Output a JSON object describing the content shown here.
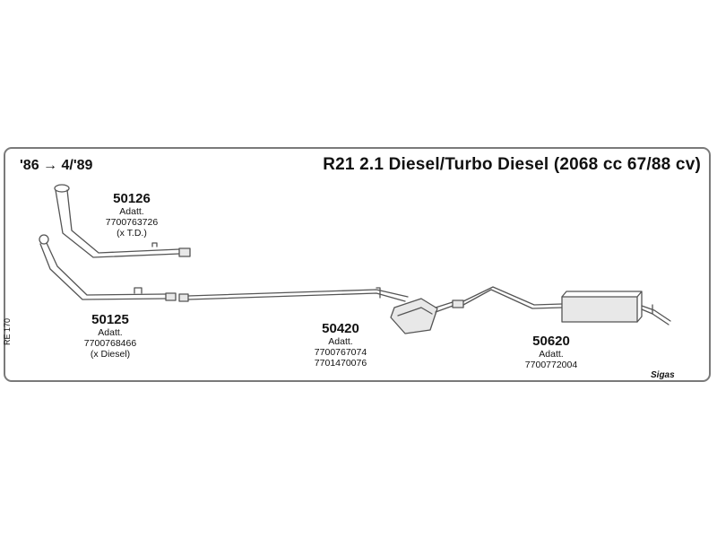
{
  "header": {
    "years": "'86 → 4/'89",
    "title": "R21 2.1 Diesel/Turbo Diesel (2068 cc 67/88 cv)"
  },
  "side_ref": "RE 170",
  "logo": "Sigas",
  "parts": [
    {
      "number": "50126",
      "lines": [
        "Adatt.",
        "7700763726",
        "(x T.D.)"
      ]
    },
    {
      "number": "50125",
      "lines": [
        "Adatt.",
        "7700768466",
        "(x Diesel)"
      ]
    },
    {
      "number": "50420",
      "lines": [
        "Adatt.",
        "7700767074",
        "7701470076"
      ]
    },
    {
      "number": "50620",
      "lines": [
        "Adatt.",
        "7700772004"
      ]
    }
  ],
  "colors": {
    "line": "#555555",
    "border": "#7a7a7a",
    "part_fill": "#e8e8e8"
  }
}
